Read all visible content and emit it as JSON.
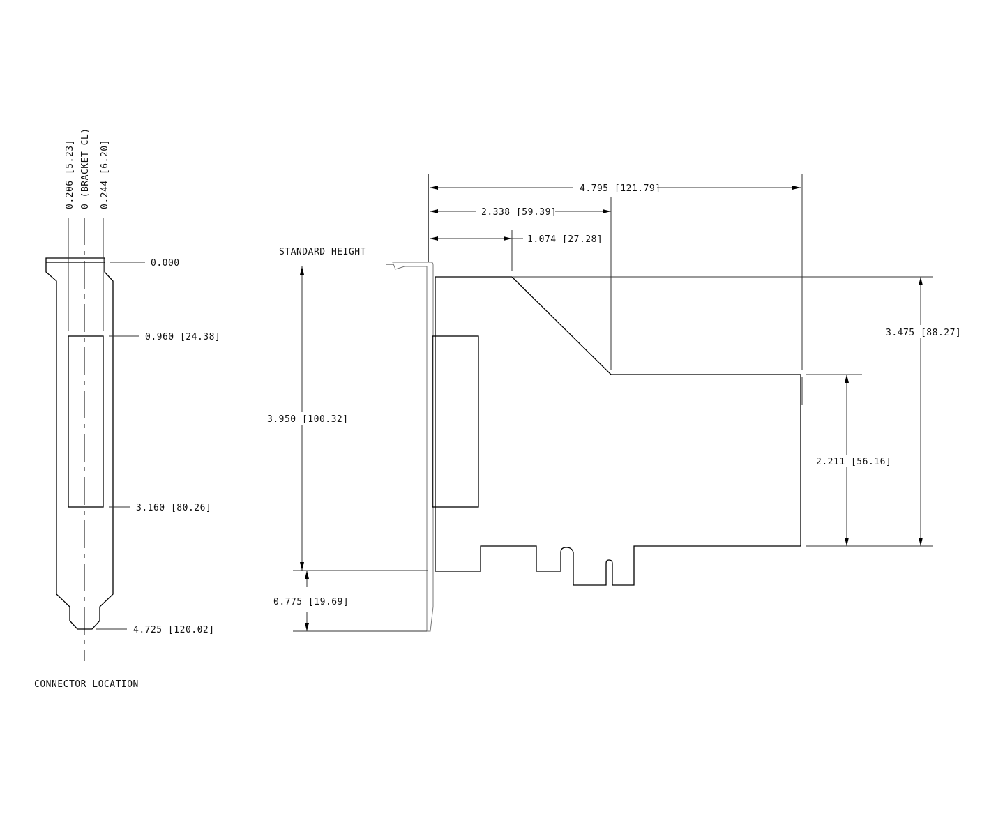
{
  "side_view": {
    "offset_left": "0.206 [5.23]",
    "offset_center": "0 (BRACKET CL)",
    "offset_right": "0.244 [6.20]",
    "dim_top": "0.000",
    "dim_window_top": "0.960 [24.38]",
    "dim_window_bottom": "3.160 [80.26]",
    "dim_bottom": "4.725 [120.02]",
    "caption": "CONNECTOR LOCATION"
  },
  "front_view": {
    "standard_height_label": "STANDARD HEIGHT",
    "dim_overall_length": "4.795 [121.79]",
    "dim_step_length": "2.338 [59.39]",
    "dim_chamfer_start": "1.074 [27.28]",
    "dim_card_height": "3.475 [88.27]",
    "dim_step_height": "2.211 [56.16]",
    "dim_bracket_height": "3.950 [100.32]",
    "dim_bracket_tail": "0.775 [19.69]"
  }
}
